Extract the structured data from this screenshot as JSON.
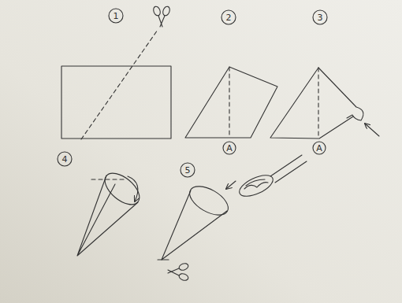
{
  "diagram": {
    "labels": [
      "1",
      "2",
      "3",
      "4",
      "5",
      "A",
      "A"
    ]
  }
}
